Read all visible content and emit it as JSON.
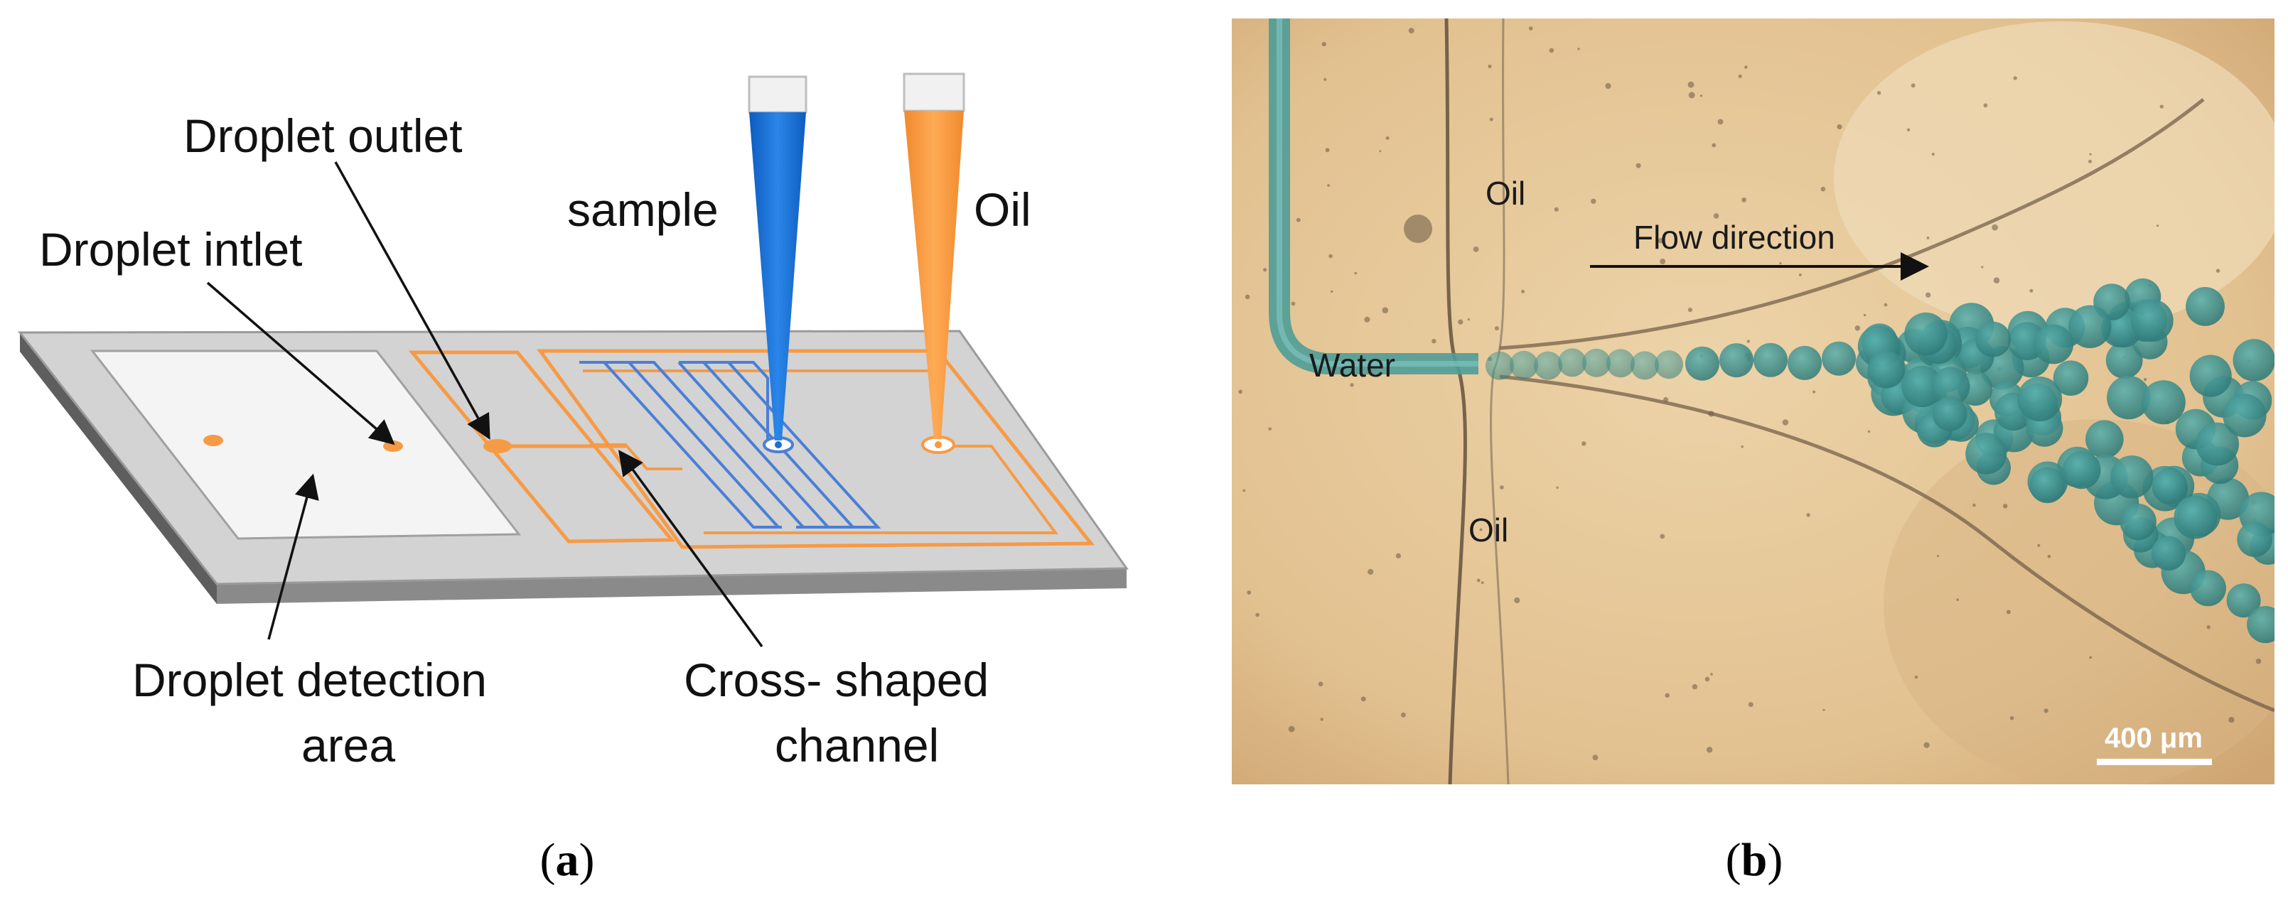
{
  "panel_a": {
    "labels": {
      "droplet_outlet": "Droplet outlet",
      "droplet_inlet": "Droplet intlet",
      "sample": "sample",
      "oil": "Oil",
      "detection_line1": "Droplet detection",
      "detection_line2": "area",
      "cross_line1": "Cross- shaped",
      "cross_line2": "channel"
    },
    "caption_open": "(",
    "caption_letter": "a",
    "caption_close": ")"
  },
  "panel_b": {
    "labels": {
      "oil_top": "Oil",
      "flow_direction": "Flow direction",
      "water": "Water",
      "oil_bottom": "Oil",
      "scale_bar": "400 μm"
    },
    "caption_open": "(",
    "caption_letter": "b",
    "caption_close": ")"
  },
  "colors": {
    "chip_top": "#d3d3d3",
    "chip_side": "#7a7a7a",
    "detection_area": "#f4f4f4",
    "orange": "#f79a45",
    "blue": "#1f6fd0",
    "channel_blue": "#4a7fd6",
    "micro_background": "#e6c79a",
    "droplet": "#3f8f8c"
  }
}
